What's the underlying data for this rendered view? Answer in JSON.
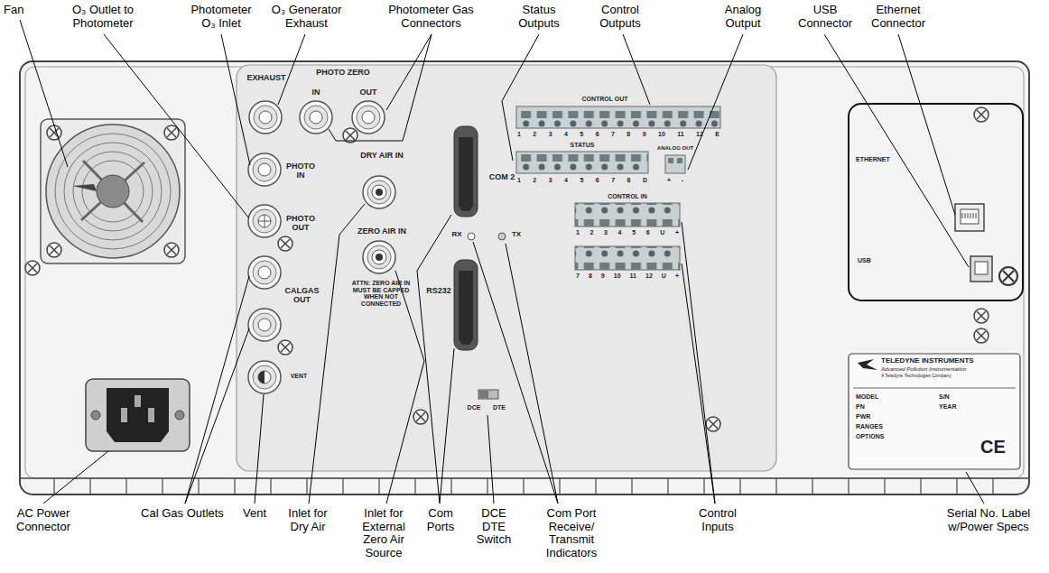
{
  "diagram": {
    "nodes": [
      {
        "text": [
          "ETHERNET",
          "USB"
        ]
      },
      {
        "text": [
          "TELEDYNE INSTRUMENTS",
          "Advanced Pollution Instrumentation",
          "A Teledyne Technologies Company",
          "MODEL",
          "S/N",
          "PN",
          "YEAR",
          "PWR",
          "RANGES",
          "OPTIONS",
          "CE"
        ]
      }
    ],
    "labels": [
      "Fan",
      "O₃ Outlet to Photometer",
      "Photometer O₃ Inlet",
      "O₃ Generator Exhaust",
      "Photometer Gas Connectors",
      "Status Outputs",
      "Control Outputs",
      "Analog Output",
      "USB Connector",
      "Ethernet Connector",
      "AC Power Connector",
      "Cal Gas Outlets",
      "Vent",
      "Inlet for Dry Air",
      "Inlet for External Zero Air Source",
      "Com Ports",
      "DCE DTE Switch",
      "Com Port Receive/ Transmit Indicators",
      "Control Inputs",
      "Serial No. Label w/Power Specs",
      "EXHAUST",
      "PHOTO ZERO",
      "IN",
      "OUT",
      "PHOTO IN",
      "PHOTO OUT",
      "DRY AIR IN",
      "ZERO AIR IN",
      "ATTN: ZERO AIR IN MUST BE CAPPED WHEN NOT CONNECTED",
      "CALGAS OUT",
      "VENT",
      "COM 2",
      "RX",
      "TX",
      "RS232",
      "DCE",
      "DTE",
      "CONTROL OUT",
      "1 2 3 4 5 6 7 8 9 10 11 12 E",
      "STATUS",
      "1 2 3 4 5 6 7 8 D",
      "ANALOG OUT",
      "+ -",
      "CONTROL IN",
      "1 2 3 4 5 6 U +",
      "7 8 9 10 11 12 U +"
    ]
  }
}
